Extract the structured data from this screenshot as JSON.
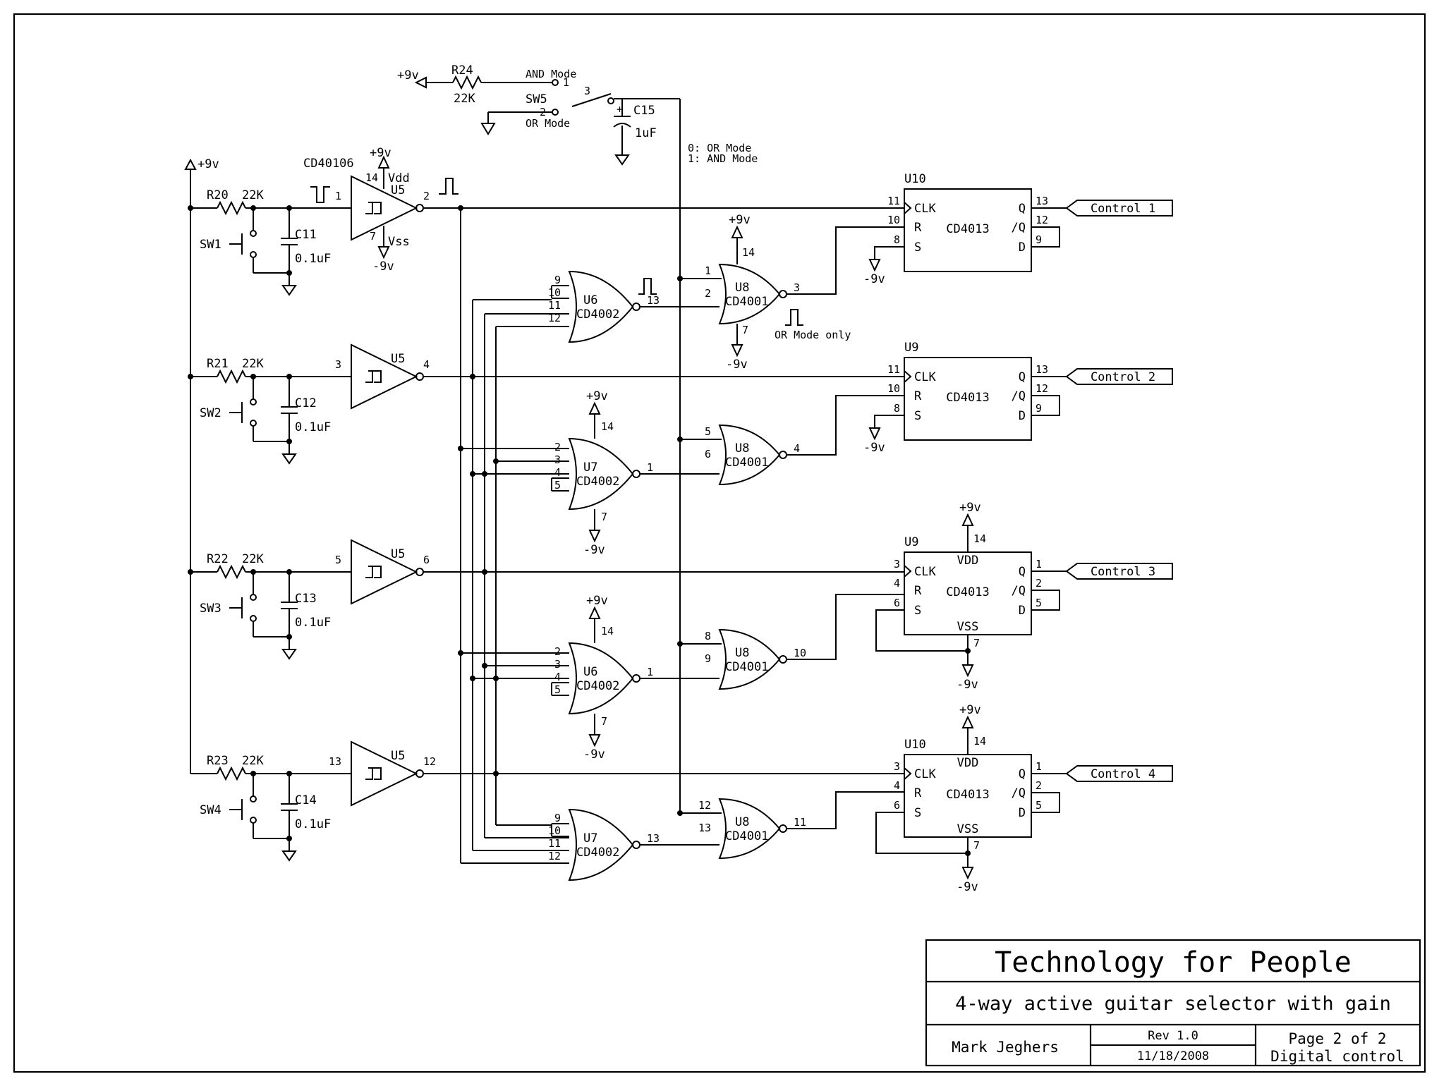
{
  "title_block": {
    "company": "Technology for People",
    "project": "4-way active guitar selector with gain",
    "author": "Mark Jeghers",
    "rev": "Rev 1.0",
    "date": "11/18/2008",
    "page": "Page 2 of 2",
    "sheet_name": "Digital control"
  },
  "power": {
    "vpos": "+9v",
    "vneg": "-9v"
  },
  "mode_switch": {
    "resistor_ref": "R24",
    "resistor_val": "22K",
    "switch_ref": "SW5",
    "and_label": "AND Mode",
    "or_label": "OR Mode",
    "pin1": "1",
    "pin2": "2",
    "pin3": "3",
    "cap_ref": "C15",
    "cap_val": "1uF",
    "note1": "0: OR Mode",
    "note2": "1: AND Mode"
  },
  "schmitt": {
    "part": "CD40106",
    "unit": "U5",
    "vdd": "Vdd",
    "vss": "Vss",
    "pin_vdd": "14",
    "pin_vss": "7"
  },
  "channels": [
    {
      "r": "R20",
      "rv": "22K",
      "c": "C11",
      "cv": "0.1uF",
      "sw": "SW1",
      "pin_in": "1",
      "pin_out": "2"
    },
    {
      "r": "R21",
      "rv": "22K",
      "c": "C12",
      "cv": "0.1uF",
      "sw": "SW2",
      "pin_in": "3",
      "pin_out": "4"
    },
    {
      "r": "R22",
      "rv": "22K",
      "c": "C13",
      "cv": "0.1uF",
      "sw": "SW3",
      "pin_in": "5",
      "pin_out": "6"
    },
    {
      "r": "R23",
      "rv": "22K",
      "c": "C14",
      "cv": "0.1uF",
      "sw": "SW4",
      "pin_in": "13",
      "pin_out": "12"
    }
  ],
  "nor4": [
    {
      "unit": "U6",
      "part": "CD4002",
      "pins": [
        "9",
        "10",
        "11",
        "12"
      ],
      "out": "13"
    },
    {
      "unit": "U7",
      "part": "CD4002",
      "pins": [
        "2",
        "3",
        "4",
        "5"
      ],
      "out": "1",
      "vdd_pin": "14",
      "vss_pin": "7"
    },
    {
      "unit": "U6",
      "part": "CD4002",
      "pins": [
        "2",
        "3",
        "4",
        "5"
      ],
      "out": "1",
      "vdd_pin": "14",
      "vss_pin": "7"
    },
    {
      "unit": "U7",
      "part": "CD4002",
      "pins": [
        "9",
        "10",
        "11",
        "12"
      ],
      "out": "13"
    }
  ],
  "nor2": [
    {
      "unit": "U8",
      "part": "CD4001",
      "a": "1",
      "b": "2",
      "out": "3",
      "vdd_pin": "14",
      "vss_pin": "7"
    },
    {
      "unit": "U8",
      "part": "CD4001",
      "a": "5",
      "b": "6",
      "out": "4"
    },
    {
      "unit": "U8",
      "part": "CD4001",
      "a": "8",
      "b": "9",
      "out": "10"
    },
    {
      "unit": "U8",
      "part": "CD4001",
      "a": "12",
      "b": "13",
      "out": "11"
    }
  ],
  "or_mode_only": "OR Mode only",
  "flipflops": [
    {
      "unit": "U10",
      "part": "CD4013",
      "clk": "11",
      "r": "10",
      "s": "8",
      "q": "13",
      "nq": "12",
      "d": "9",
      "output": "Control 1"
    },
    {
      "unit": "U9",
      "part": "CD4013",
      "clk": "11",
      "r": "10",
      "s": "8",
      "q": "13",
      "nq": "12",
      "d": "9",
      "output": "Control 2"
    },
    {
      "unit": "U9",
      "part": "CD4013",
      "clk": "3",
      "r": "4",
      "s": "6",
      "q": "1",
      "nq": "2",
      "d": "5",
      "output": "Control 3",
      "vdd_pin": "14",
      "vss_pin": "7"
    },
    {
      "unit": "U10",
      "part": "CD4013",
      "clk": "3",
      "r": "4",
      "s": "6",
      "q": "1",
      "nq": "2",
      "d": "5",
      "output": "Control 4",
      "vdd_pin": "14",
      "vss_pin": "7"
    }
  ],
  "ff_pins": {
    "clk": "CLK",
    "r": "R",
    "s": "S",
    "q": "Q",
    "nq": "/Q",
    "d": "D",
    "vdd": "VDD",
    "vss": "VSS"
  }
}
